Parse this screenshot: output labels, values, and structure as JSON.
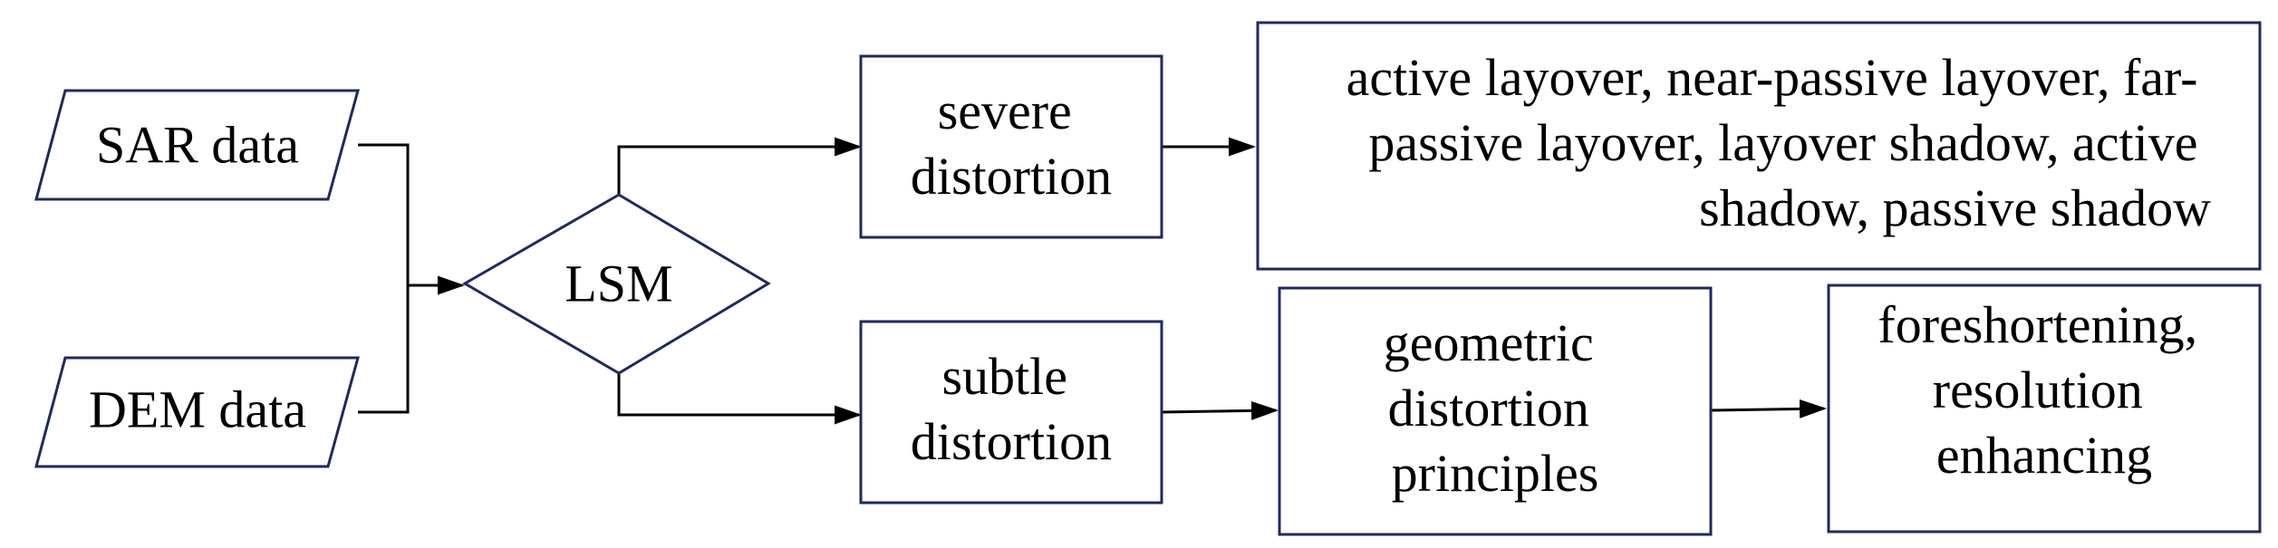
{
  "colors": {
    "node_stroke": "#1f2a5c",
    "edge_stroke": "#000000",
    "text": "#000000",
    "background": "#ffffff"
  },
  "nodes": {
    "sar_data": {
      "label": "SAR data",
      "shape": "parallelogram"
    },
    "dem_data": {
      "label": "DEM data",
      "shape": "parallelogram"
    },
    "lsm": {
      "label": "LSM",
      "shape": "diamond"
    },
    "severe_distortion": {
      "lines": [
        "severe",
        "distortion"
      ],
      "shape": "rectangle"
    },
    "subtle_distortion": {
      "lines": [
        "subtle",
        "distortion"
      ],
      "shape": "rectangle"
    },
    "severe_types": {
      "lines": [
        "active layover, near-passive layover, far-",
        "passive layover, layover shadow, active",
        "shadow, passive shadow"
      ],
      "shape": "rectangle"
    },
    "geometric_principles": {
      "lines": [
        "geometric",
        "distortion",
        "principles"
      ],
      "shape": "rectangle"
    },
    "subtle_types": {
      "lines": [
        "foreshortening,",
        "resolution",
        "enhancing"
      ],
      "shape": "rectangle"
    }
  },
  "edges": [
    {
      "from": "sar_data",
      "to": "lsm"
    },
    {
      "from": "dem_data",
      "to": "lsm"
    },
    {
      "from": "lsm",
      "to": "severe_distortion"
    },
    {
      "from": "lsm",
      "to": "subtle_distortion"
    },
    {
      "from": "severe_distortion",
      "to": "severe_types"
    },
    {
      "from": "subtle_distortion",
      "to": "geometric_principles"
    },
    {
      "from": "geometric_principles",
      "to": "subtle_types"
    }
  ]
}
